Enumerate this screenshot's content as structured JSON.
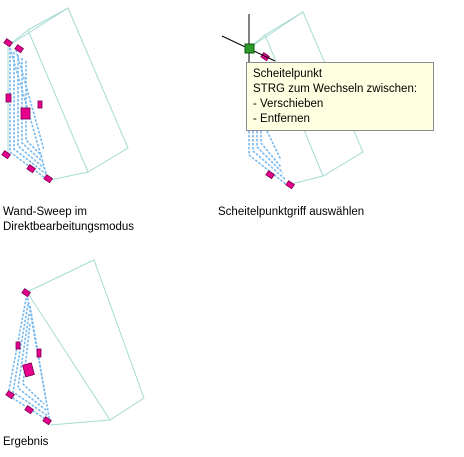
{
  "captions": {
    "panel1_line1": "Wand-Sweep im",
    "panel1_line2": "Direktbearbeitungsmodus",
    "panel2": "Scheitelpunktgriff auswählen",
    "panel3": "Ergebnis"
  },
  "tooltip": {
    "line1": "Scheitelpunkt",
    "line2": "STRG zum Wechseln zwischen:",
    "line3": "- Verschieben",
    "line4": "- Entfernen"
  },
  "colors": {
    "wireframe": "#a6dcd2",
    "sweep": "#78b9ee",
    "grip": "#e6008c",
    "grip_stroke": "#7a0050",
    "selected_grip": "#2e9a2e",
    "tooltip_bg": "#ffffe1"
  },
  "icons": {
    "cursor": "crosshair-cursor-icon"
  }
}
